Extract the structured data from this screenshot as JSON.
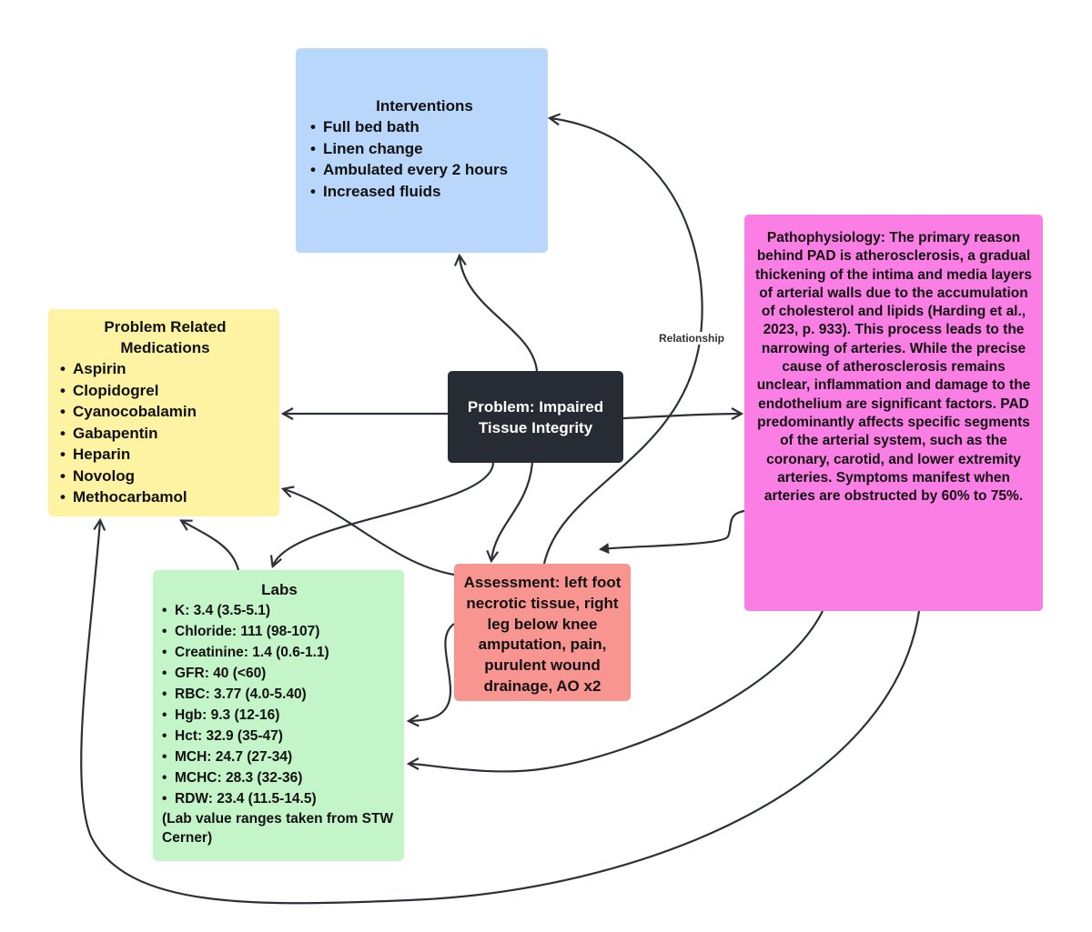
{
  "interventions": {
    "title": "Interventions",
    "items": [
      "Full bed bath",
      "Linen change",
      "Ambulated every 2 hours",
      "Increased fluids"
    ]
  },
  "medications": {
    "title": "Problem Related Medications",
    "items": [
      "Aspirin",
      "Clopidogrel",
      "Cyanocobalamin",
      "Gabapentin",
      "Heparin",
      "Novolog",
      "Methocarbamol"
    ]
  },
  "problem": {
    "text": "Problem:  Impaired Tissue Integrity"
  },
  "pathophysiology": {
    "heading": "Pathophysiology:",
    "text": "The primary reason behind PAD is atherosclerosis, a gradual thickening of the intima and media layers of arterial walls due to the accumulation of cholesterol and lipids (Harding et al., 2023, p. 933).  This process leads to the narrowing of arteries. While the precise cause of atherosclerosis remains unclear, inflammation and damage to the endothelium are significant factors. PAD predominantly affects specific segments of the arterial system, such as the coronary, carotid, and lower extremity arteries.  Symptoms manifest when arteries are obstructed by 60% to 75%."
  },
  "labs": {
    "title": "Labs",
    "items": [
      "K: 3.4 (3.5-5.1)",
      "Chloride: 111 (98-107)",
      "Creatinine: 1.4 (0.6-1.1)",
      "GFR: 40 (<60)",
      "RBC: 3.77 (4.0-5.40)",
      "Hgb: 9.3 (12-16)",
      "Hct: 32.9 (35-47)",
      "MCH: 24.7 (27-34)",
      "MCHC: 28.3 (32-36)",
      "RDW: 23.4 (11.5-14.5)"
    ],
    "note": "(Lab value ranges taken from STW Cerner)"
  },
  "assessment": {
    "text": "Assessment: left foot necrotic tissue, right leg below knee amputation, pain, purulent wound drainage, AO x2"
  },
  "edge_label": "Relationship",
  "colors": {
    "interventions": "#b8d7fb",
    "medications": "#fdf3a2",
    "problem": "#272b33",
    "pathophysiology": "#fb7ee5",
    "labs": "#c4f5c9",
    "assessment": "#f99590",
    "connector": "#2e3038"
  }
}
